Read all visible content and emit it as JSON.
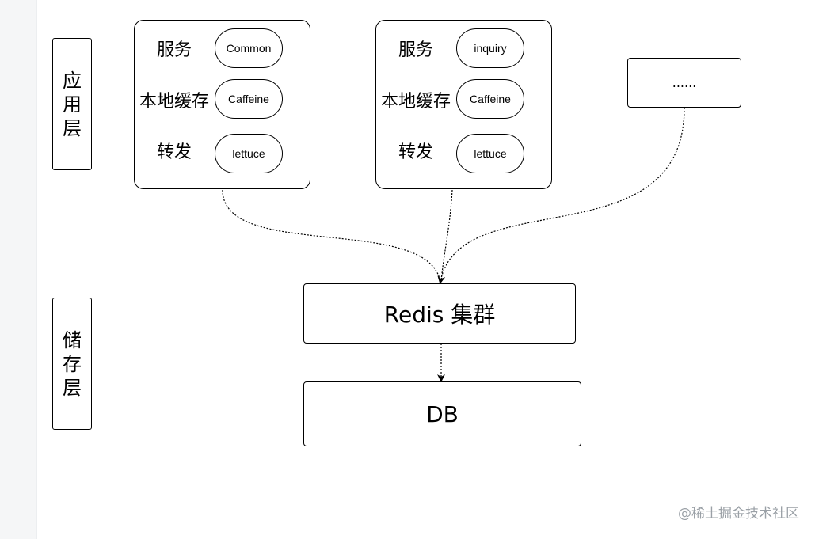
{
  "layers": {
    "application": "应用层",
    "storage": "储存层"
  },
  "service_groups": [
    {
      "rows": [
        {
          "label": "服务",
          "component": "Common"
        },
        {
          "label": "本地缓存",
          "component": "Caffeine"
        },
        {
          "label": "转发",
          "component": "lettuce"
        }
      ]
    },
    {
      "rows": [
        {
          "label": "服务",
          "component": "inquiry"
        },
        {
          "label": "本地缓存",
          "component": "Caffeine"
        },
        {
          "label": "转发",
          "component": "lettuce"
        }
      ]
    }
  ],
  "more_services": "......",
  "redis_cluster": "Redis 集群",
  "db": "DB",
  "watermark": "@稀土掘金技术社区"
}
